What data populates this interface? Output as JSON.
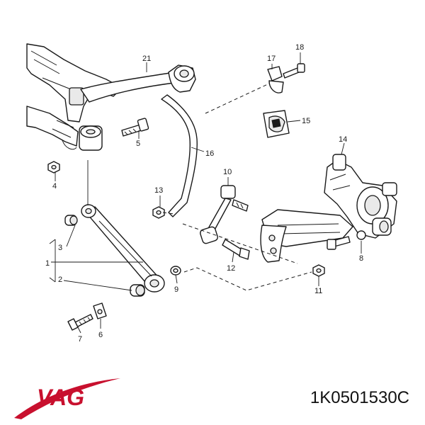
{
  "brand": {
    "logo_text": "VAG",
    "logo_color": "#c8102e"
  },
  "part_number": "1K0501530C",
  "callouts": {
    "c1": "1",
    "c2": "2",
    "c3": "3",
    "c4": "4",
    "c5": "5",
    "c6": "6",
    "c7": "7",
    "c8": "8",
    "c9": "9",
    "c10": "10",
    "c11": "11",
    "c12": "12",
    "c13": "13",
    "c14": "14",
    "c15": "15",
    "c16": "16",
    "c17": "17",
    "c18": "18",
    "c21": "21"
  }
}
